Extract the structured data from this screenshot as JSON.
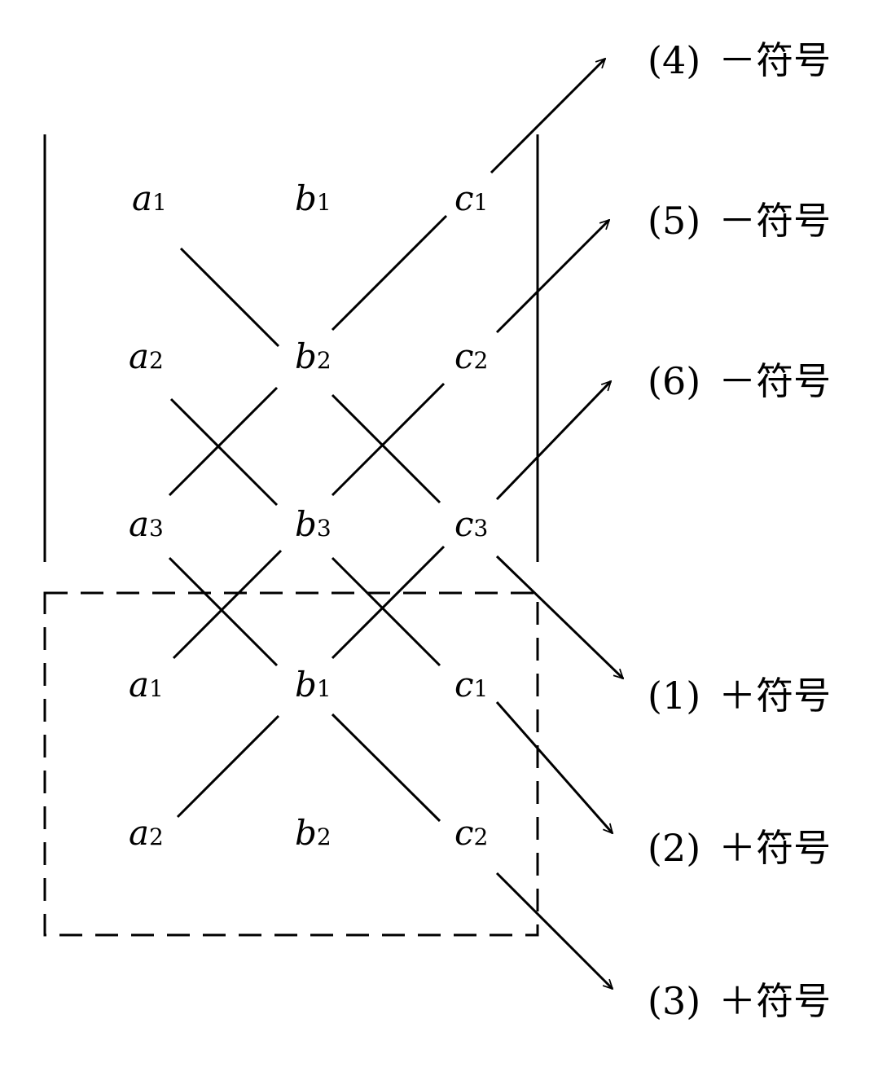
{
  "matrix": {
    "rows": [
      [
        "a",
        "1",
        "b",
        "1",
        "c",
        "1"
      ],
      [
        "a",
        "2",
        "b",
        "2",
        "c",
        "2"
      ],
      [
        "a",
        "3",
        "b",
        "3",
        "c",
        "3"
      ],
      [
        "a",
        "1",
        "b",
        "1",
        "c",
        "1"
      ],
      [
        "a",
        "2",
        "b",
        "2",
        "c",
        "2"
      ]
    ]
  },
  "terms": [
    {
      "label": "(4)",
      "sign": "－符号"
    },
    {
      "label": "(5)",
      "sign": "－符号"
    },
    {
      "label": "(6)",
      "sign": "－符号"
    },
    {
      "label": "(1)",
      "sign": "＋符号"
    },
    {
      "label": "(2)",
      "sign": "＋符号"
    },
    {
      "label": "(3)",
      "sign": "＋符号"
    }
  ]
}
